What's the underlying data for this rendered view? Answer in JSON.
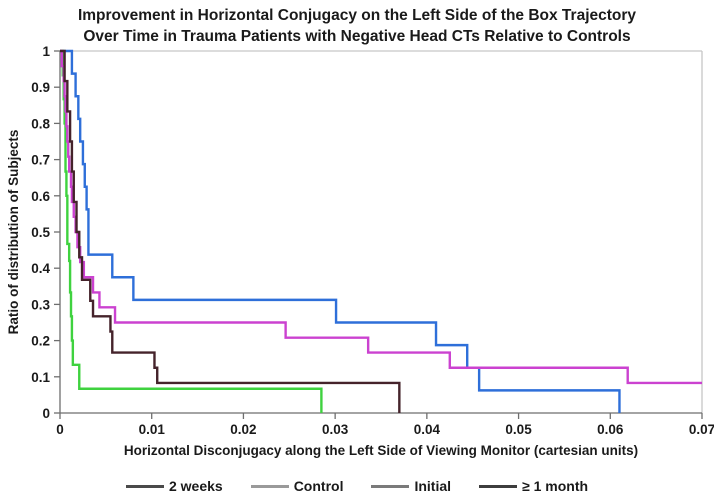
{
  "chart_data": {
    "type": "line",
    "subtype": "step-post",
    "title_line1": "Improvement in Horizontal Conjugacy on the Left Side of the Box Trajectory",
    "title_line2": "Over Time in Trauma Patients with Negative Head CTs Relative to Controls",
    "xlabel": "Horizontal Disconjugacy along the Left Side of Viewing Monitor (cartesian units)",
    "ylabel": "Ratio of distribution of Subjects",
    "xlim": [
      0,
      0.07
    ],
    "ylim": [
      0,
      1
    ],
    "grid": "off",
    "legend_position": "bottom-center",
    "style": {
      "axis_color": "#6e6e6e",
      "border_color": "#c6c6c6",
      "text_color": "#1a1a1a",
      "background": "#ffffff"
    },
    "x_ticks": [
      {
        "v": 0,
        "label": "0"
      },
      {
        "v": 0.01,
        "label": "0.01"
      },
      {
        "v": 0.02,
        "label": "0.02"
      },
      {
        "v": 0.03,
        "label": "0.03"
      },
      {
        "v": 0.04,
        "label": "0.04"
      },
      {
        "v": 0.05,
        "label": "0.05"
      },
      {
        "v": 0.06,
        "label": "0.06"
      },
      {
        "v": 0.07,
        "label": "0.07"
      }
    ],
    "y_ticks": [
      {
        "v": 0,
        "label": "0"
      },
      {
        "v": 0.1,
        "label": "0.1"
      },
      {
        "v": 0.2,
        "label": "0.2"
      },
      {
        "v": 0.3,
        "label": "0.3"
      },
      {
        "v": 0.4,
        "label": "0.4"
      },
      {
        "v": 0.5,
        "label": "0.5"
      },
      {
        "v": 0.6,
        "label": "0.6"
      },
      {
        "v": 0.7,
        "label": "0.7"
      },
      {
        "v": 0.8,
        "label": "0.8"
      },
      {
        "v": 0.9,
        "label": "0.9"
      },
      {
        "v": 1,
        "label": "1"
      }
    ],
    "series": [
      {
        "name": "2 weeks",
        "color": "#2e6fd9",
        "legend_color": "#4a4a4a",
        "end": "baseline",
        "points": [
          [
            0,
            1
          ],
          [
            0.0013,
            0.9375
          ],
          [
            0.0017,
            0.875
          ],
          [
            0.002,
            0.8125
          ],
          [
            0.0022,
            0.75
          ],
          [
            0.0025,
            0.6875
          ],
          [
            0.0027,
            0.625
          ],
          [
            0.0029,
            0.5625
          ],
          [
            0.0031,
            0.4375
          ],
          [
            0.0057,
            0.375
          ],
          [
            0.008,
            0.3125
          ],
          [
            0.0301,
            0.25
          ],
          [
            0.041,
            0.1875
          ],
          [
            0.0444,
            0.125
          ],
          [
            0.0457,
            0.0625
          ],
          [
            0.061,
            0
          ]
        ]
      },
      {
        "name": "Control",
        "color": "#3fd23f",
        "legend_color": "#9a9a9a",
        "end": "baseline",
        "points": [
          [
            0,
            1
          ],
          [
            0.0003,
            0.933
          ],
          [
            0.0004,
            0.867
          ],
          [
            0.0005,
            0.8
          ],
          [
            0.0006,
            0.733
          ],
          [
            0.0006,
            0.667
          ],
          [
            0.0007,
            0.6
          ],
          [
            0.0008,
            0.533
          ],
          [
            0.0008,
            0.467
          ],
          [
            0.001,
            0.42
          ],
          [
            0.0011,
            0.333
          ],
          [
            0.0012,
            0.267
          ],
          [
            0.0013,
            0.2
          ],
          [
            0.0014,
            0.133
          ],
          [
            0.0021,
            0.067
          ],
          [
            0.0285,
            0
          ]
        ]
      },
      {
        "name": "Initial",
        "color": "#cb42d0",
        "legend_color": "#7a7a7a",
        "end": "edge",
        "points": [
          [
            0,
            1
          ],
          [
            0.0002,
            0.958
          ],
          [
            0.0004,
            0.917
          ],
          [
            0.0005,
            0.875
          ],
          [
            0.0006,
            0.833
          ],
          [
            0.0007,
            0.792
          ],
          [
            0.0008,
            0.75
          ],
          [
            0.0009,
            0.708
          ],
          [
            0.001,
            0.667
          ],
          [
            0.0012,
            0.625
          ],
          [
            0.0013,
            0.583
          ],
          [
            0.0015,
            0.542
          ],
          [
            0.0017,
            0.5
          ],
          [
            0.0019,
            0.458
          ],
          [
            0.0022,
            0.417
          ],
          [
            0.0026,
            0.375
          ],
          [
            0.0036,
            0.333
          ],
          [
            0.0043,
            0.292
          ],
          [
            0.006,
            0.25
          ],
          [
            0.0246,
            0.208
          ],
          [
            0.0336,
            0.167
          ],
          [
            0.0425,
            0.125
          ],
          [
            0.0619,
            0.083
          ]
        ]
      },
      {
        "name": "≥ 1 month",
        "color": "#45232b",
        "legend_color": "#3d3d3d",
        "end": "baseline",
        "points": [
          [
            0,
            1
          ],
          [
            0.0005,
            0.917
          ],
          [
            0.0008,
            0.833
          ],
          [
            0.0011,
            0.75
          ],
          [
            0.0013,
            0.667
          ],
          [
            0.0015,
            0.583
          ],
          [
            0.0018,
            0.5
          ],
          [
            0.0021,
            0.43
          ],
          [
            0.0024,
            0.368
          ],
          [
            0.0033,
            0.31
          ],
          [
            0.0036,
            0.267
          ],
          [
            0.0055,
            0.225
          ],
          [
            0.0057,
            0.167
          ],
          [
            0.0103,
            0.125
          ],
          [
            0.0106,
            0.083
          ],
          [
            0.037,
            0
          ]
        ]
      }
    ]
  }
}
